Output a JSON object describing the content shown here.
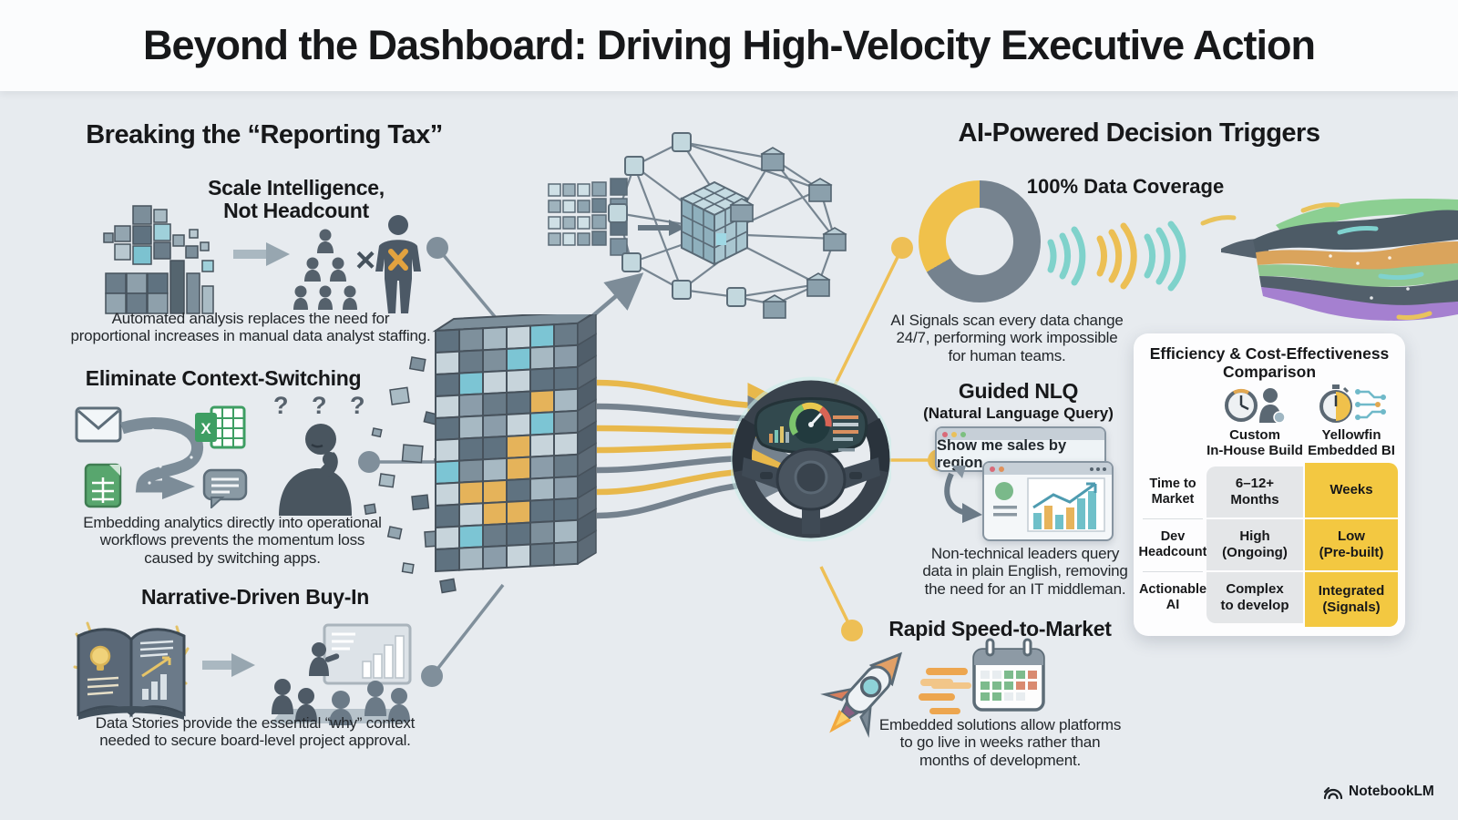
{
  "title": "Beyond the Dashboard: Driving High-Velocity Executive Action",
  "watermark": {
    "label": "NotebookLM"
  },
  "left": {
    "heading": "Breaking the “Reporting Tax”",
    "sections": [
      {
        "title": "Scale Intelligence,\nNot Headcount",
        "multiply": "×",
        "caption": "Automated analysis replaces the need for\nproportional increases in manual data analyst staffing."
      },
      {
        "title": "Eliminate Context-Switching",
        "question_marks": "? ? ?",
        "caption": "Embedding analytics directly into operational\nworkflows prevents the momentum loss\ncaused by switching apps."
      },
      {
        "title": "Narrative-Driven Buy-In",
        "caption": "Data Stories provide the essential “why” context\nneeded to secure board-level project approval."
      }
    ]
  },
  "right": {
    "heading": "AI-Powered Decision Triggers",
    "coverage": {
      "title": "100% Data Coverage",
      "caption": "AI Signals scan every data change\n24/7, performing work impossible\nfor human teams.",
      "donut_yellow": "#F0C14B",
      "donut_gray": "#75828E"
    },
    "nlq": {
      "title": "Guided NLQ",
      "subtitle": "(Natural Language Query)",
      "query": "Show me sales by region",
      "caption": "Non-technical leaders query\ndata in plain English, removing\nthe need for an IT middleman."
    },
    "speed": {
      "title": "Rapid Speed-to-Market",
      "caption": "Embedded solutions allow platforms\nto go live in weeks rather than\nmonths of development."
    }
  },
  "comparison": {
    "title": "Efficiency & Cost-Effectiveness\nComparison",
    "columns": [
      "Custom\nIn-House Build",
      "Yellowfin\nEmbedded BI"
    ],
    "rows": [
      {
        "label": "Time to\nMarket",
        "custom": "6–12+\nMonths",
        "yellowfin": "Weeks"
      },
      {
        "label": "Dev\nHeadcount",
        "custom": "High\n(Ongoing)",
        "yellowfin": "Low\n(Pre-built)"
      },
      {
        "label": "Actionable\nAI",
        "custom": "Complex\nto develop",
        "yellowfin": "Integrated\n(Signals)"
      }
    ],
    "highlight_color": "#F3C841"
  },
  "icons": {
    "excel_letter": "X"
  }
}
